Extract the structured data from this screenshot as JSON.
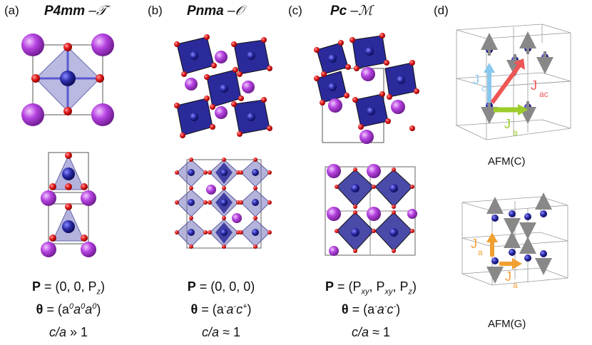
{
  "panels": {
    "a": {
      "label": "(a)",
      "space_group": "P4mm",
      "dash": "–",
      "symbol": "𝒯",
      "p_label": "P",
      "p_value": "= (0, 0, P",
      "p_sub": "z",
      "p_close": ")",
      "theta_label": "θ",
      "theta_value": "= (a",
      "theta_sup1": "0",
      "theta_mid1": "a",
      "theta_sup2": "0",
      "theta_mid2": "a",
      "theta_sup3": "0",
      "theta_close": ")",
      "ratio": "c/a",
      "ratio_rel": "» 1"
    },
    "b": {
      "label": "(b)",
      "space_group": "Pnma",
      "dash": "–",
      "symbol": "𝒪",
      "p_label": "P",
      "p_value": "= (0, 0, 0)",
      "theta_label": "θ",
      "theta_value": "= (a",
      "theta_sup1": "-",
      "theta_mid1": "a",
      "theta_sup2": "-",
      "theta_mid2": "c",
      "theta_sup3": "+",
      "theta_close": ")",
      "ratio": "c/a",
      "ratio_rel": "≈ 1"
    },
    "c": {
      "label": "(c)",
      "space_group": "Pc",
      "dash": "–",
      "symbol": "ℳ",
      "p_label": "P",
      "p_value1": "= (P",
      "p_sub1": "xy",
      "p_value2": ", P",
      "p_sub2": "xy",
      "p_value3": ", P",
      "p_sub3": "z",
      "p_close": ")",
      "theta_label": "θ",
      "theta_value": "= (a",
      "theta_sup1": "-",
      "theta_mid1": "a",
      "theta_sup2": "-",
      "theta_mid2": "c",
      "theta_sup3": "-",
      "theta_close": ")",
      "ratio": "c/a",
      "ratio_rel": "≈ 1"
    },
    "d": {
      "label": "(d)",
      "afm_c_caption": "AFM(C)",
      "afm_g_caption": "AFM(G)",
      "jc": "J",
      "jc_sub": "c",
      "jac": "J",
      "jac_sub": "ac",
      "ja": "J",
      "ja_sub": "a",
      "jg_a1": "J",
      "jg_a1_sub": "a",
      "jg_a2": "J",
      "jg_a2_sub": "a"
    }
  },
  "colors": {
    "a_site": "#b040d8",
    "b_site": "#1a1a8c",
    "oxygen": "#dd1111",
    "octahedron": "#2a2a9a",
    "jc_arrow": "#88c8ee",
    "jac_arrow": "#ee5555",
    "ja_green_arrow": "#9ccc2a",
    "ja_orange_arrow": "#f0a030",
    "spin_arrow": "#888888"
  }
}
